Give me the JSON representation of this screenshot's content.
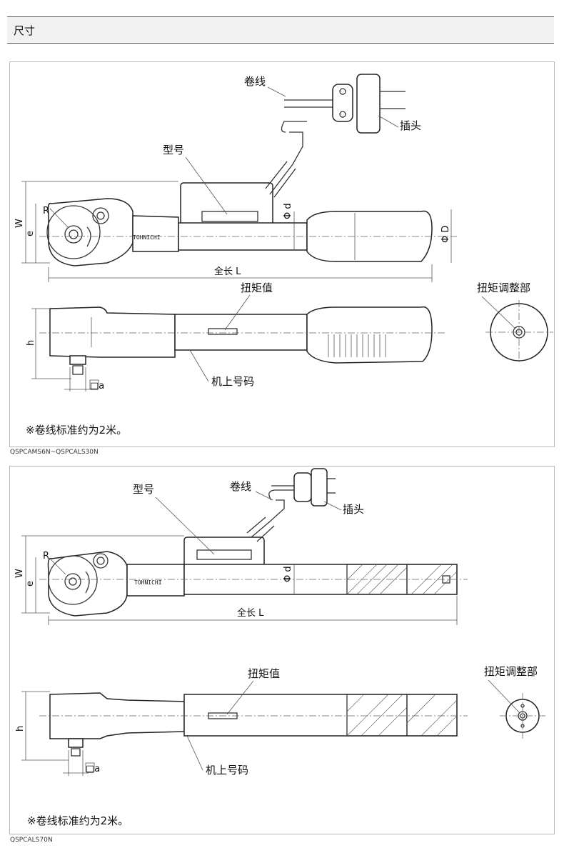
{
  "header": {
    "title": "尺寸"
  },
  "diagram1": {
    "labels": {
      "cord": "卷线",
      "plug": "插头",
      "model": "型号",
      "torque_value": "扭矩值",
      "adjust": "扭矩调整部",
      "serial": "机上号码"
    },
    "dims": {
      "R": "R",
      "W": "W",
      "e": "e",
      "d": "Φ d",
      "D": "Φ D",
      "L": "全长 L",
      "h": "h",
      "a": "□a"
    },
    "logo": "TOHNICHI",
    "note": "※卷线标准约为2米。",
    "caption": "QSPCAMS6N~QSPCALS30N"
  },
  "diagram2": {
    "labels": {
      "cord": "卷线",
      "plug": "插头",
      "model": "型号",
      "torque_value": "扭矩值",
      "adjust": "扭矩调整部",
      "serial": "机上号码"
    },
    "dims": {
      "R": "R",
      "W": "W",
      "e": "e",
      "d": "Φ d",
      "L": "全长 L",
      "h": "h",
      "a": "□a"
    },
    "logo": "TOHNICHI",
    "note": "※卷线标准约为2米。",
    "caption": "QSPCALS70N"
  }
}
